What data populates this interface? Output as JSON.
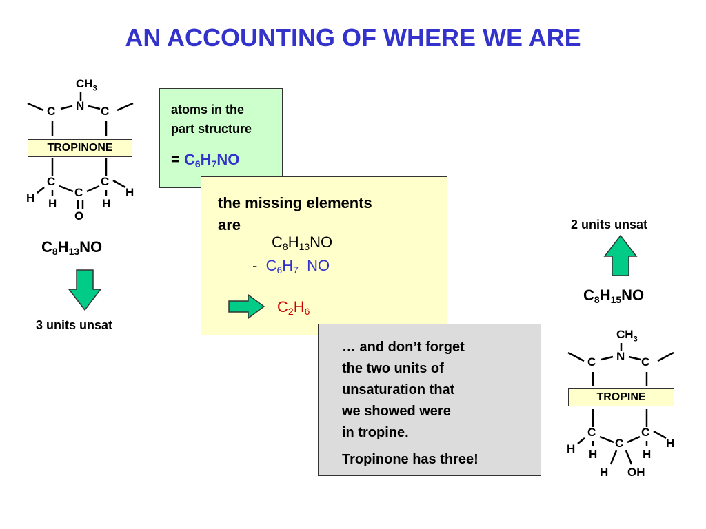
{
  "title": "AN ACCOUNTING OF WHERE WE ARE",
  "tropinone": {
    "label": "TROPINONE",
    "formula": {
      "c": "C",
      "c_sub": "8",
      "h": "H",
      "h_sub": "13",
      "rest": "NO"
    },
    "unsat": "3 units unsat",
    "atoms": {
      "ch3": "CH",
      "ch3_sub": "3",
      "n": "N",
      "c": "C",
      "h": "H",
      "o": "O"
    }
  },
  "atoms_box": {
    "line1": "atoms in the",
    "line2": "part structure",
    "eq": "=",
    "formula": {
      "c": "C",
      "c_sub": "6",
      "h": "H",
      "h_sub": "7",
      "rest": "NO"
    }
  },
  "missing_box": {
    "line1": "the missing elements",
    "line2": "are",
    "minuend": {
      "c": "C",
      "c_sub": "8",
      "h": "H",
      "h_sub": "13",
      "rest": "NO"
    },
    "minus": "-",
    "subtrahend": {
      "c": "C",
      "c_sub": "6",
      "h": "H",
      "h_sub": "7",
      "rest": "NO"
    },
    "result": {
      "c": "C",
      "c_sub": "2",
      "h": "H",
      "h_sub": "6"
    }
  },
  "note_box": {
    "lines": [
      "… and don’t forget",
      "the two units of",
      "unsaturation that",
      "we showed were",
      "in tropine."
    ],
    "last": "Tropinone has three!"
  },
  "tropine": {
    "label": "TROPINE",
    "formula": {
      "c": "C",
      "c_sub": "8",
      "h": "H",
      "h_sub": "15",
      "rest": "NO"
    },
    "unsat": "2 units unsat",
    "atoms": {
      "ch3": "CH",
      "ch3_sub": "3",
      "n": "N",
      "c": "C",
      "h": "H",
      "oh": "OH"
    }
  },
  "colors": {
    "title": "#3333cc",
    "arrow_fill": "#00cc88",
    "result": "#cc0000"
  }
}
